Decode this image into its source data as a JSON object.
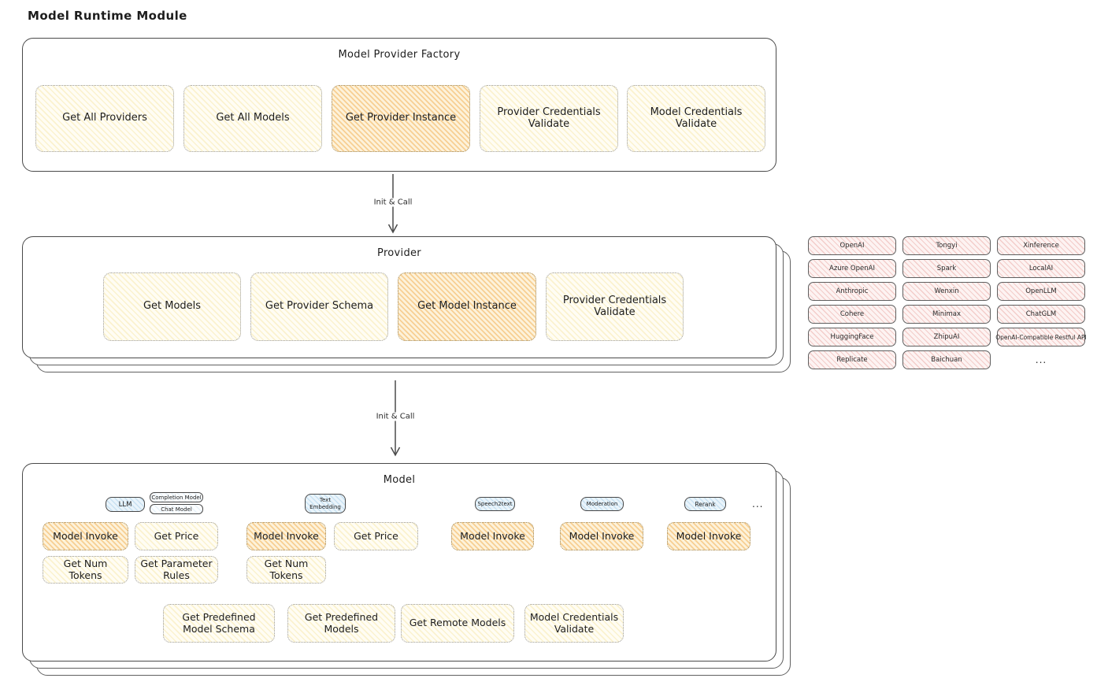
{
  "title": "Model Runtime Module",
  "colors": {
    "highlight_fill": "#f7cf93",
    "card_fill": "#fbf2cf",
    "provider_chip_fill": "#f7d7d5",
    "tab_fill": "#d4e7f6",
    "ink": "#333333"
  },
  "arrows": {
    "top": {
      "label": "Init & Call"
    },
    "bottom": {
      "label": "Init & Call"
    }
  },
  "factory": {
    "title": "Model Provider Factory",
    "buttons": [
      {
        "label": "Get All Providers",
        "highlighted": false
      },
      {
        "label": "Get All Models",
        "highlighted": false
      },
      {
        "label": "Get Provider Instance",
        "highlighted": true
      },
      {
        "label": "Provider Credentials Validate",
        "highlighted": false
      },
      {
        "label": "Model Credentials Validate",
        "highlighted": false
      }
    ]
  },
  "provider": {
    "title": "Provider",
    "buttons": [
      {
        "label": "Get Models",
        "highlighted": false
      },
      {
        "label": "Get Provider Schema",
        "highlighted": false
      },
      {
        "label": "Get Model Instance",
        "highlighted": true
      },
      {
        "label": "Provider Credentials Validate",
        "highlighted": false
      }
    ]
  },
  "provider_catalog": {
    "rows": [
      [
        "OpenAI",
        "Tongyi",
        "Xinference"
      ],
      [
        "Azure OpenAI",
        "Spark",
        "LocalAI"
      ],
      [
        "Anthropic",
        "Wenxin",
        "OpenLLM"
      ],
      [
        "Cohere",
        "Minimax",
        "ChatGLM"
      ],
      [
        "HuggingFace",
        "ZhipuAI",
        "OpenAI-Compatible Restful API"
      ],
      [
        "Replicate",
        "Baichuan"
      ]
    ],
    "more": "..."
  },
  "model": {
    "title": "Model",
    "more_tabs": "...",
    "columns": [
      {
        "tab": "LLM",
        "subtabs": [
          "Completion Model",
          "Chat Model"
        ],
        "ops": [
          {
            "label": "Model Invoke",
            "highlighted": true
          },
          {
            "label": "Get Price",
            "highlighted": false
          },
          {
            "label": "Get Num Tokens",
            "highlighted": false
          },
          {
            "label": "Get Parameter Rules",
            "highlighted": false
          }
        ]
      },
      {
        "tab": "Text Embedding",
        "ops": [
          {
            "label": "Model Invoke",
            "highlighted": true
          },
          {
            "label": "Get Price",
            "highlighted": false
          },
          {
            "label": "Get Num Tokens",
            "highlighted": false
          }
        ]
      },
      {
        "tab": "Speech2text",
        "ops": [
          {
            "label": "Model Invoke",
            "highlighted": true
          }
        ]
      },
      {
        "tab": "Moderation",
        "ops": [
          {
            "label": "Model Invoke",
            "highlighted": true
          }
        ]
      },
      {
        "tab": "Rerank",
        "ops": [
          {
            "label": "Model Invoke",
            "highlighted": true
          }
        ]
      }
    ],
    "bottom_buttons": [
      {
        "label": "Get Predefined Model Schema"
      },
      {
        "label": "Get Predefined Models"
      },
      {
        "label": "Get Remote Models"
      },
      {
        "label": "Model Credentials Validate"
      }
    ]
  }
}
